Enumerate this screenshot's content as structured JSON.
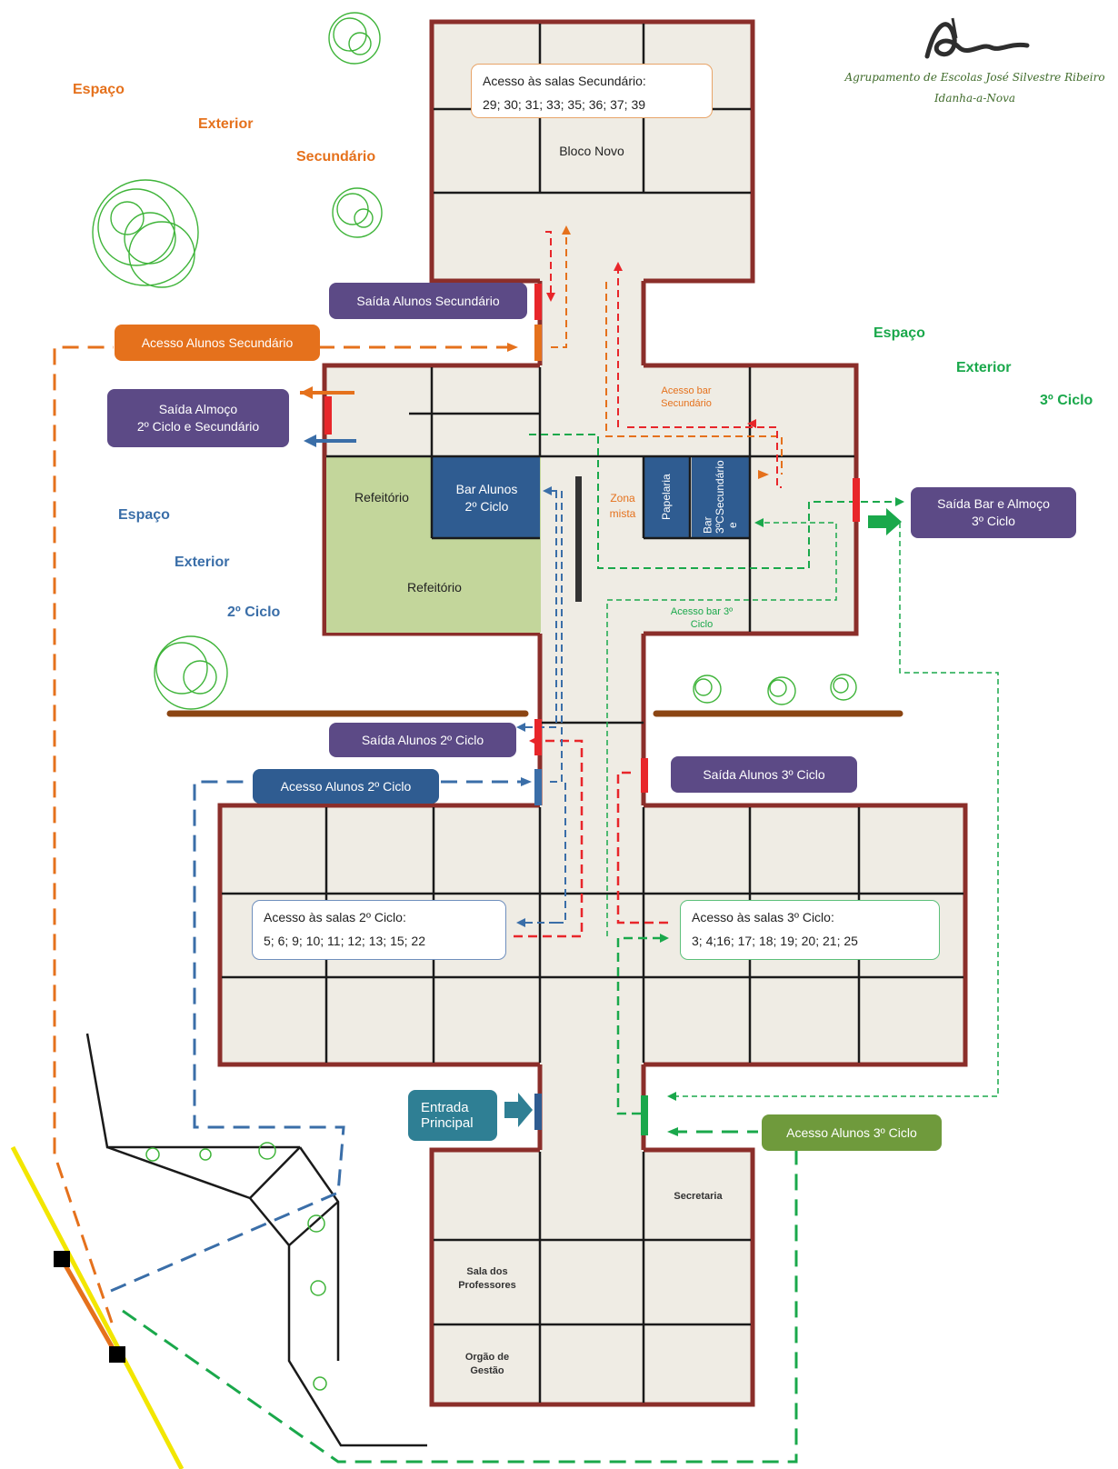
{
  "logo": {
    "line1": "Agrupamento de Escolas José Silvestre Ribeiro",
    "line2": "Idanha-a-Nova"
  },
  "zones": {
    "secundario": [
      "Espaço",
      "Exterior",
      "Secundário"
    ],
    "terceiro": [
      "Espaço",
      "Exterior",
      "3º Ciclo"
    ],
    "segundo": [
      "Espaço",
      "Exterior",
      "2º Ciclo"
    ]
  },
  "boxes": {
    "acesso_salas_sec": {
      "line1": "Acesso às salas Secundário:",
      "line2": "29; 30; 31; 33; 35; 36; 37; 39"
    },
    "acesso_salas_2c": {
      "line1": "Acesso às salas 2º Ciclo:",
      "line2": "5; 6; 9; 10; 11; 12; 13; 15; 22"
    },
    "acesso_salas_3c": {
      "line1": "Acesso às salas 3º Ciclo:",
      "line2": "3; 4;16; 17; 18; 19; 20; 21; 25"
    }
  },
  "labels": {
    "saida_alunos_sec": "Saída Alunos Secundário",
    "acesso_alunos_sec": "Acesso Alunos Secundário",
    "saida_almoco_l1": "Saída Almoço",
    "saida_almoco_l2": "2º Ciclo e Secundário",
    "saida_bar_l1": "Saída Bar e Almoço",
    "saida_bar_l2": "3º Ciclo",
    "saida_alunos_2c": "Saída Alunos 2º Ciclo",
    "acesso_alunos_2c": "Acesso Alunos 2º Ciclo",
    "saida_alunos_3c": "Saída Alunos 3º Ciclo",
    "entrada_l1": "Entrada",
    "entrada_l2": "Principal",
    "acesso_alunos_3c": "Acesso Alunos 3º Ciclo"
  },
  "rooms": {
    "bloco_novo": "Bloco Novo",
    "refeitorio_1": "Refeitório",
    "refeitorio_2": "Refeitório",
    "bar_alunos_l1": "Bar Alunos",
    "bar_alunos_l2": "2º Ciclo",
    "zona_mista_l1": "Zona",
    "zona_mista_l2": "mista",
    "papelaria": "Papelaria",
    "bar_3c_l1": "Bar 3ºC e",
    "bar_3c_l2": "Secundário",
    "secretaria": "Secretaria",
    "sala_prof_l1": "Sala dos",
    "sala_prof_l2": "Professores",
    "orgao_l1": "Orgão de",
    "orgao_l2": "Gestão"
  },
  "notes": {
    "acesso_bar_sec_l1": "Acesso bar",
    "acesso_bar_sec_l2": "Secundário",
    "acesso_bar_3c_l1": "Acesso bar 3º",
    "acesso_bar_3c_l2": "Ciclo"
  },
  "colors": {
    "wall": "#8b2e2a",
    "floor": "#efece4",
    "refeitorio": "#c3d69b",
    "bar_blue": "#2f5c91",
    "orange": "#e5711c",
    "red": "#e8262a",
    "green": "#1aa84b",
    "blue": "#3a6ea8",
    "purple": "#5c4a86",
    "fence": "#8b4513",
    "road": "#f2e600"
  }
}
